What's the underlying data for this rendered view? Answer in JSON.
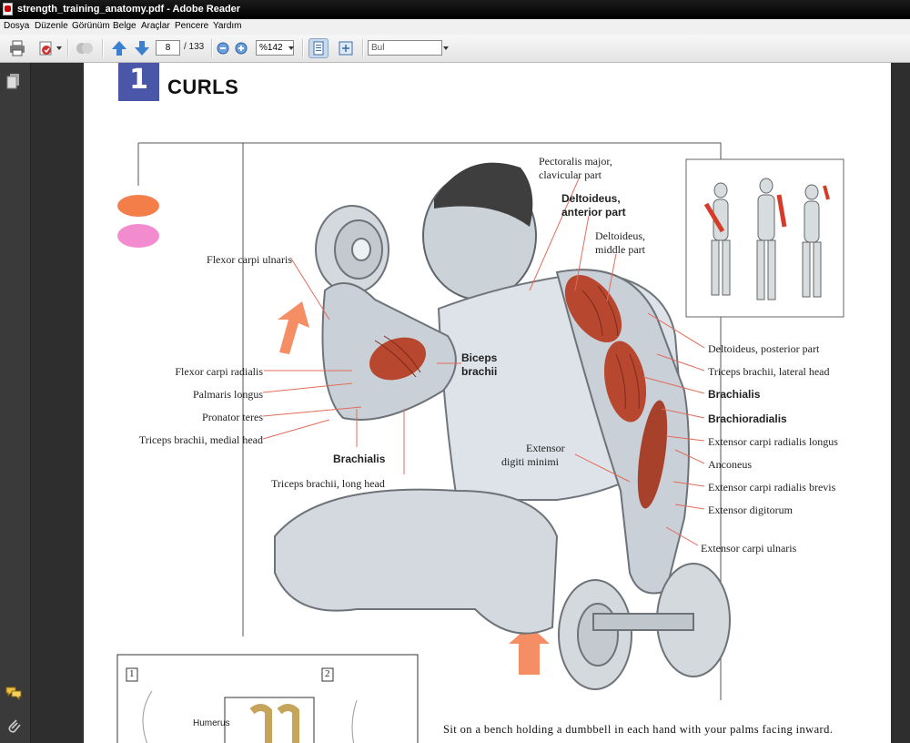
{
  "window": {
    "title": "strength_training_anatomy.pdf - Adobe Reader"
  },
  "menu": [
    "Dosya",
    "Düzenle",
    "Görünüm",
    "Belge",
    "Araçlar",
    "Pencere",
    "Yardım"
  ],
  "toolbar": {
    "page_current": "8",
    "page_total": "/ 133",
    "zoom": "%142",
    "search_placeholder": "Bul"
  },
  "page": {
    "chapter_number": "1",
    "chapter_title": "CURLS",
    "labels_left": [
      "Flexor carpi ulnaris",
      "Flexor carpi radialis",
      "Palmaris longus",
      "Pronator teres",
      "Triceps brachii, medial head"
    ],
    "label_brachialis_left": "Brachialis",
    "label_triceps_long": "Triceps brachii, long head",
    "label_biceps_1": "Biceps",
    "label_biceps_2": "brachii",
    "label_extensor_digiti_1": "Extensor",
    "label_extensor_digiti_2": "digiti minimi",
    "label_pectoralis_1": "Pectoralis major,",
    "label_pectoralis_2": "clavicular part",
    "label_deltoid_ant_1": "Deltoideus,",
    "label_deltoid_ant_2": "anterior part",
    "label_deltoid_mid_1": "Deltoideus,",
    "label_deltoid_mid_2": "middle part",
    "labels_right": [
      "Deltoideus, posterior part",
      "Triceps brachii, lateral head",
      "Brachialis",
      "Brachioradialis",
      "Extensor carpi radialis longus",
      "Anconeus",
      "Extensor carpi radialis brevis",
      "Extensor digitorum",
      "Extensor carpi ulnaris"
    ],
    "inset_1": "1",
    "inset_2": "2",
    "inset_humerus": "Humerus",
    "body_text": "Sit on a bench holding a dumbbell in each hand with your palms facing inward."
  },
  "colors": {
    "chapter_box": "#4a56a8",
    "legend_orange": "#f47e4a",
    "legend_pink": "#f28ccf",
    "muscle_red": "#b8472f",
    "arrow_orange": "#f37a4a"
  },
  "icons": [
    "print-icon",
    "pdf-create-icon",
    "collaborate-icon",
    "page-up-icon",
    "page-down-icon",
    "zoom-out-icon",
    "zoom-in-icon",
    "fit-page-icon",
    "fullscreen-icon",
    "pages-icon",
    "comment-icon",
    "attachment-icon"
  ]
}
